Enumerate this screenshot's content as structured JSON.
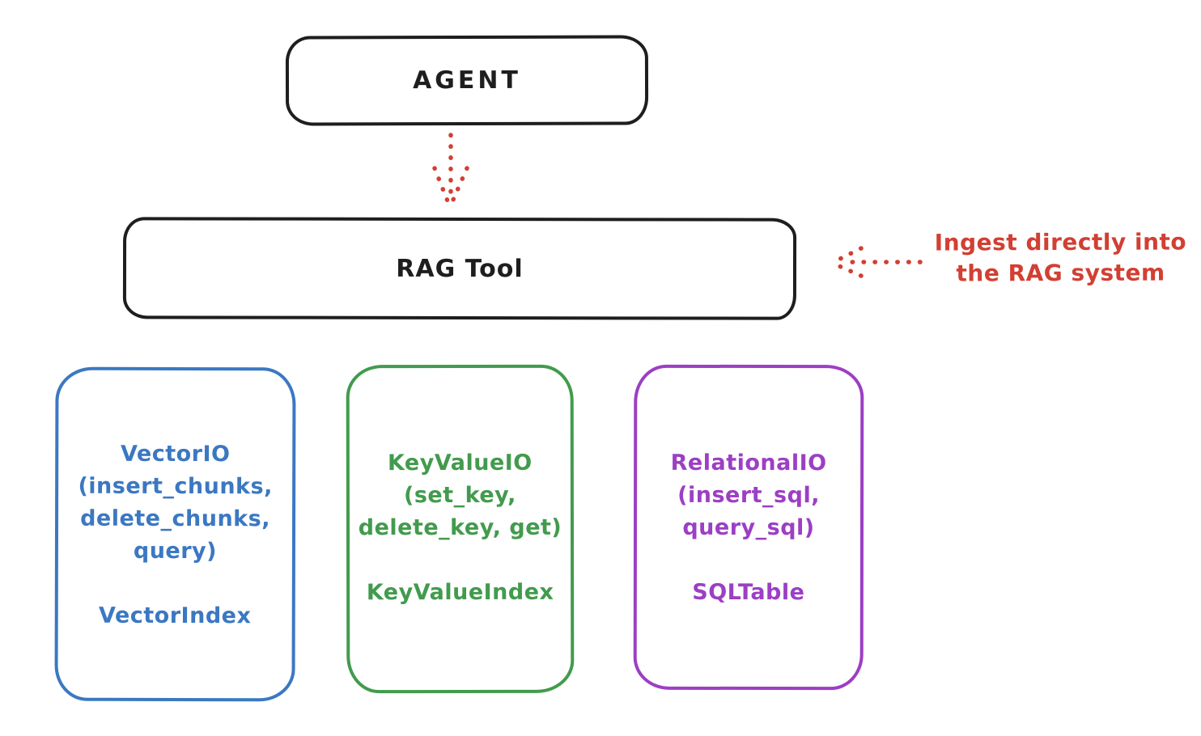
{
  "diagram": {
    "agent": {
      "label": "AGENT"
    },
    "rag_tool": {
      "label": "RAG Tool"
    },
    "annotation": {
      "lines": [
        "Ingest directly into",
        "the RAG system"
      ],
      "color": "#d23f33"
    },
    "backends": {
      "vector": {
        "lines": [
          "VectorIO",
          "(insert_chunks,",
          "delete_chunks,",
          "query)"
        ],
        "index": "VectorIndex",
        "color": "#3b78c2"
      },
      "keyvalue": {
        "lines": [
          "KeyValueIO",
          "(set_key,",
          "delete_key, get)"
        ],
        "index": "KeyValueIndex",
        "color": "#429b4d"
      },
      "relational": {
        "lines": [
          "RelationalIO",
          "(insert_sql,",
          "query_sql)"
        ],
        "index": "SQLTable",
        "color": "#9c3fc4"
      }
    },
    "colors": {
      "stroke": "#1e1e1e",
      "red": "#d23f33",
      "background": "#ffffff"
    }
  }
}
